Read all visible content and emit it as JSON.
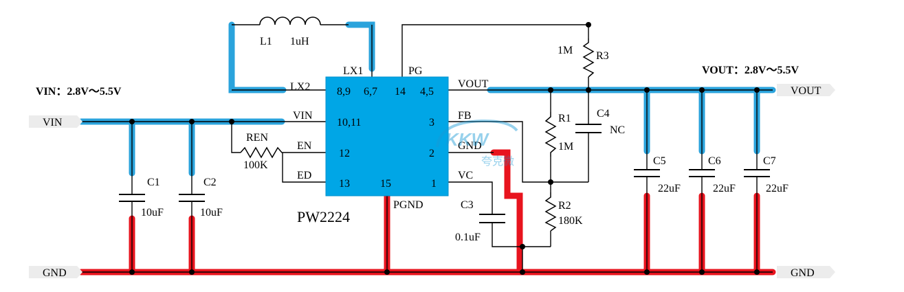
{
  "chip": {
    "name": "PW2224",
    "pins_left": [
      "8,9",
      "10,11",
      "12",
      "13"
    ],
    "pins_top": [
      "6,7",
      "14"
    ],
    "pins_right": [
      "4,5",
      "3",
      "2",
      "1"
    ],
    "pins_bottom": [
      "15"
    ],
    "color": "#00a6e6"
  },
  "nets": {
    "lx1": "LX1",
    "lx2": "LX2",
    "pg": "PG",
    "vin": "VIN",
    "en": "EN",
    "ed": "ED",
    "vout": "VOUT",
    "fb": "FB",
    "gnd": "GND",
    "vc": "VC",
    "pgnd": "PGND"
  },
  "ports": {
    "vin": "VIN",
    "gnd_left": "GND",
    "vout": "VOUT",
    "gnd_right": "GND"
  },
  "ranges": {
    "vin": "VIN：2.8V～5.5V",
    "vout": "VOUT：2.8V～5.5V"
  },
  "components": {
    "l1": {
      "ref": "L1",
      "value": "1uH"
    },
    "ren": {
      "ref": "REN",
      "value": "100K"
    },
    "c1": {
      "ref": "C1",
      "value": "10uF"
    },
    "c2": {
      "ref": "C2",
      "value": "10uF"
    },
    "c3": {
      "ref": "C3",
      "value": "0.1uF"
    },
    "c4": {
      "ref": "C4",
      "value": "NC"
    },
    "r1": {
      "ref": "R1",
      "value": "1M"
    },
    "r2": {
      "ref": "R2",
      "value": "180K"
    },
    "r3": {
      "ref": "R3",
      "value": "1M"
    },
    "c5": {
      "ref": "C5",
      "value": "22uF"
    },
    "c6": {
      "ref": "C6",
      "value": "22uF"
    },
    "c7": {
      "ref": "C7",
      "value": "22uF"
    }
  },
  "watermark": {
    "logo": "KKW",
    "text": "夸克微"
  },
  "colors": {
    "power_trace": "#2aa3dc",
    "ground_trace": "#e8141e",
    "chip": "#00a6e6",
    "wire": "#000000"
  }
}
